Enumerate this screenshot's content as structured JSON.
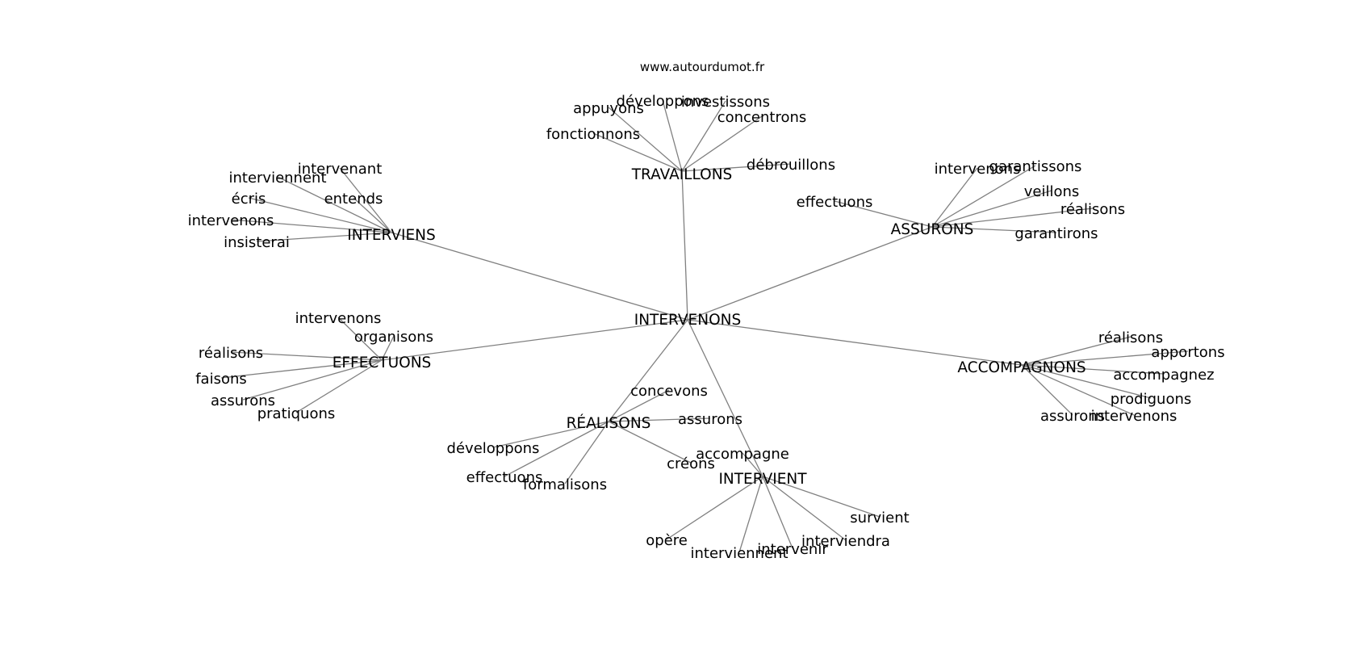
{
  "header": {
    "source": "www.autourdumot.fr"
  },
  "graph": {
    "edge_color": "#808080",
    "center": "INTERVENONS",
    "hubs": [
      {
        "label": "TRAVAILLONS",
        "leaves": [
          "développons",
          "investissons",
          "appuyons",
          "concentrons",
          "fonctionnons",
          "débrouillons"
        ]
      },
      {
        "label": "INTERVIENS",
        "leaves": [
          "intervenant",
          "interviennent",
          "entends",
          "écris",
          "intervenons",
          "insisterai"
        ]
      },
      {
        "label": "ASSURONS",
        "leaves": [
          "intervenons",
          "garantissons",
          "veillons",
          "effectuons",
          "réalisons",
          "garantirons"
        ]
      },
      {
        "label": "EFFECTUONS",
        "leaves": [
          "intervenons",
          "organisons",
          "réalisons",
          "faisons",
          "assurons",
          "pratiquons"
        ]
      },
      {
        "label": "ACCOMPAGNONS",
        "leaves": [
          "réalisons",
          "apportons",
          "accompagnez",
          "prodiguons",
          "assurons",
          "intervenons"
        ]
      },
      {
        "label": "RÉALISONS",
        "leaves": [
          "concevons",
          "assurons",
          "développons",
          "créons",
          "effectuons",
          "formalisons"
        ]
      },
      {
        "label": "INTERVIENT",
        "leaves": [
          "accompagne",
          "survient",
          "interviendra",
          "opère",
          "intervenir",
          "interviennent"
        ]
      }
    ]
  }
}
